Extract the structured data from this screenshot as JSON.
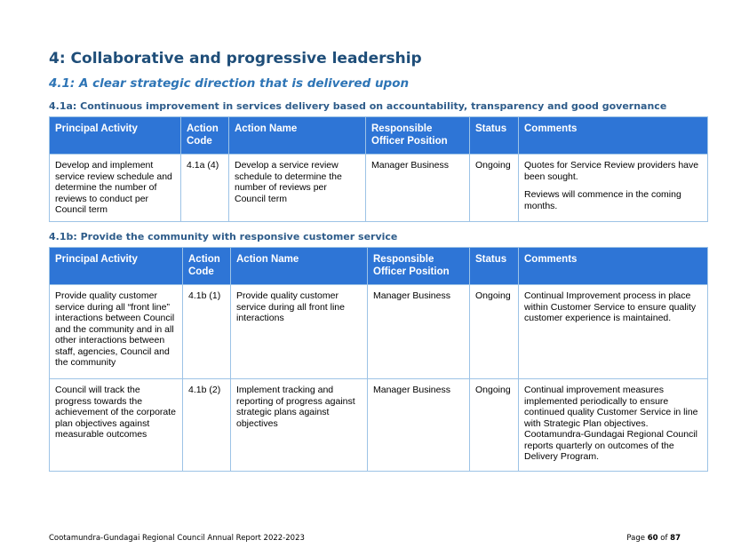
{
  "heading": "4: Collaborative and progressive leadership",
  "subheading": "4.1: A clear strategic direction that is delivered upon",
  "headers": [
    "Principal Activity",
    "Action Code",
    "Action Name",
    "Responsible Officer Position",
    "Status",
    "Comments"
  ],
  "section_a": {
    "title": "4.1a: Continuous improvement in services delivery based on accountability, transparency and good governance",
    "rows": [
      {
        "activity": "Develop and implement service review schedule and determine the number of reviews to conduct per Council term",
        "code": "4.1a (4)",
        "name": "Develop a service review schedule to determine the number of reviews per Council term",
        "officer": "Manager Business",
        "status": "Ongoing",
        "comment1": "Quotes for Service Review providers have been sought.",
        "comment2": "Reviews will commence in the coming months."
      }
    ]
  },
  "section_b": {
    "title": "4.1b: Provide the community with responsive customer service",
    "rows": [
      {
        "activity": "Provide quality customer service during all “front line” interactions between Council and the community and in all other interactions between staff, agencies, Council and the community",
        "code": "4.1b (1)",
        "name": "Provide quality customer service during all front line interactions",
        "officer": "Manager Business",
        "status": "Ongoing",
        "comment": "Continual Improvement process in place within Customer Service to ensure quality customer experience is maintained."
      },
      {
        "activity": "Council will track the progress towards the achievement of the corporate plan objectives against measurable outcomes",
        "code": "4.1b (2)",
        "name": "Implement tracking and reporting of progress against strategic plans against objectives",
        "officer": "Manager Business",
        "status": "Ongoing",
        "comment": "Continual improvement measures implemented periodically to ensure continued quality Customer Service in line with Strategic Plan objectives. Cootamundra-Gundagai Regional Council reports quarterly on outcomes of the Delivery Program."
      }
    ]
  },
  "footer": {
    "left": "Cootamundra-Gundagai Regional Council Annual Report 2022-2023",
    "page_prefix": "Page ",
    "page_current": "60",
    "page_sep": " of ",
    "page_total": "87"
  }
}
